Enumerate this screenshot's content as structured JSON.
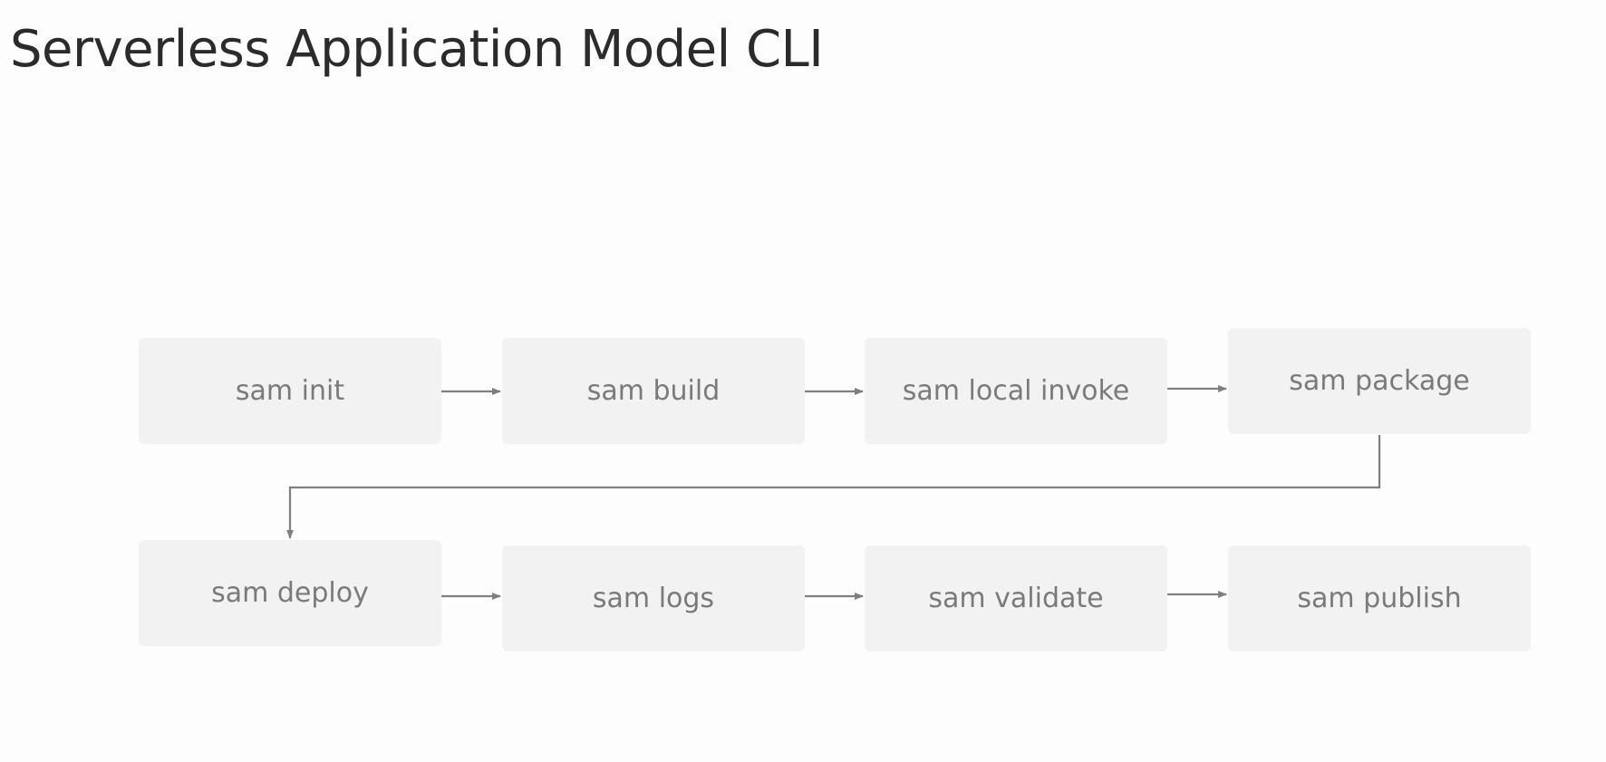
{
  "title": "Serverless Application Model CLI",
  "steps": {
    "init": "sam init",
    "build": "sam build",
    "local_invoke": "sam local invoke",
    "package": "sam package",
    "deploy": "sam deploy",
    "logs": "sam logs",
    "validate": "sam validate",
    "publish": "sam publish"
  },
  "colors": {
    "box_fill": "#f2f2f2",
    "box_text": "#7a7a7a",
    "arrow": "#7f7f7f",
    "title": "#2b2b2b"
  }
}
